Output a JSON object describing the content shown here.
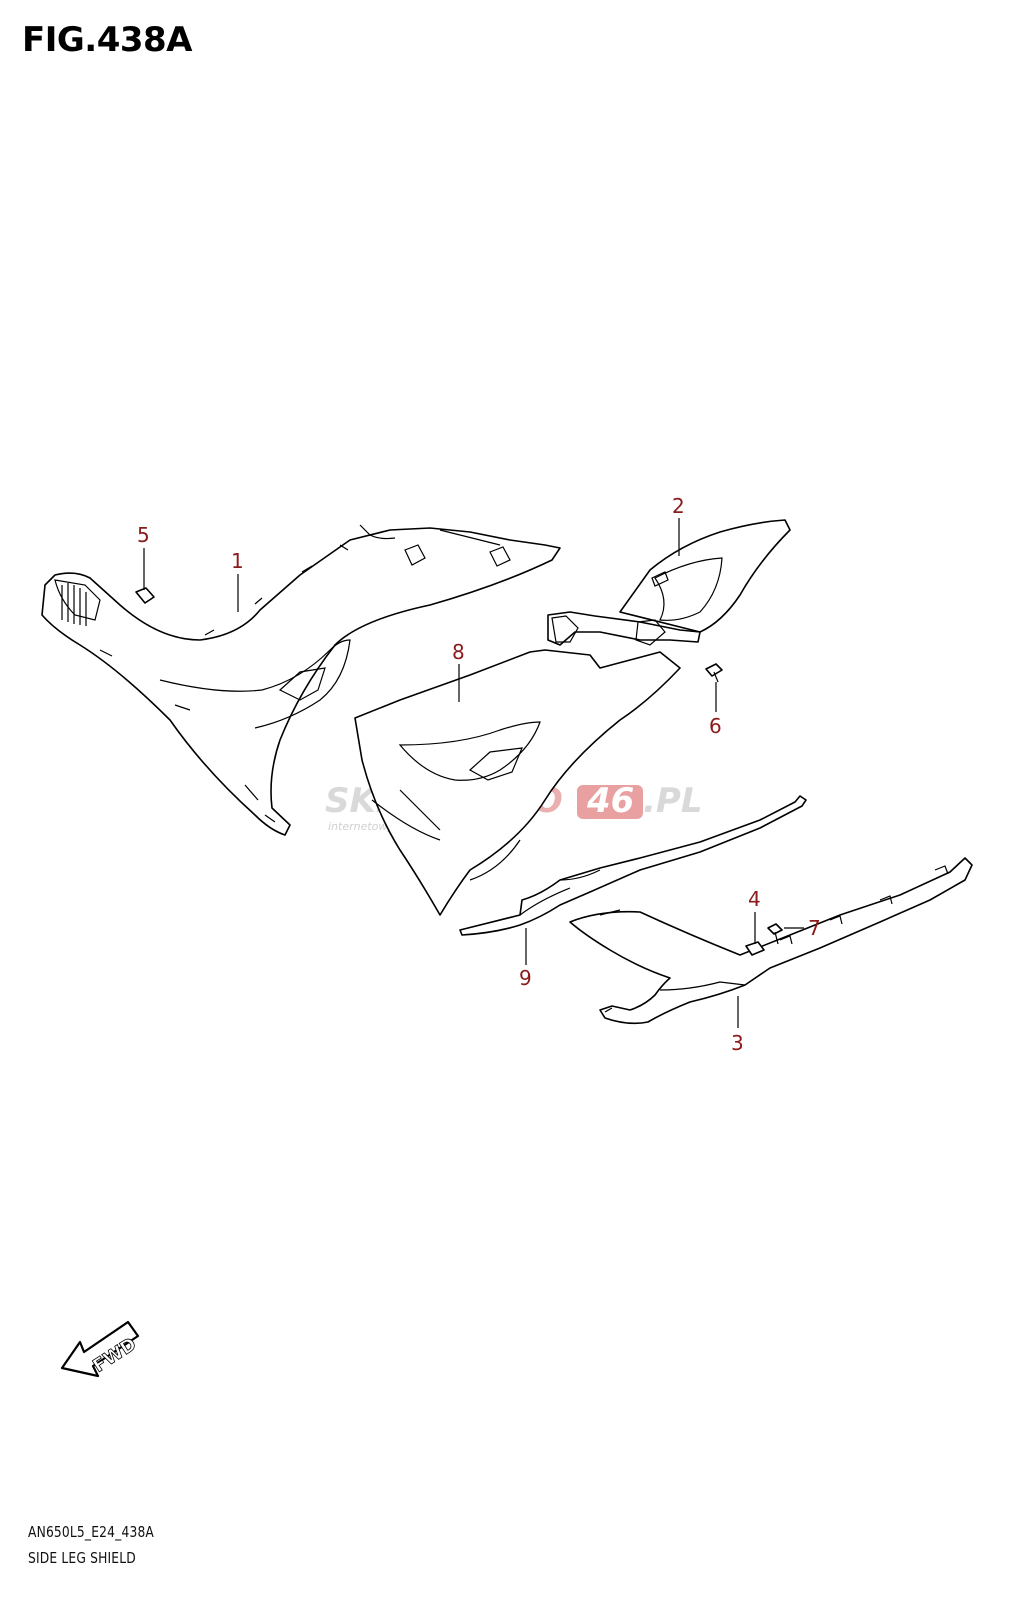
{
  "figure": {
    "title": "FIG.438A",
    "model_code": "AN650L5_E24_438A",
    "caption": "SIDE LEG SHIELD"
  },
  "watermark": {
    "brand_gray": "SKLEP",
    "brand_red": "MOTO",
    "brand_num": "46",
    "brand_suffix": ".PL",
    "tagline": "internetowy sklep motocyklowy"
  },
  "direction_marker": {
    "label": "FWD"
  },
  "callouts": [
    {
      "id": "callout-5",
      "label": "5"
    },
    {
      "id": "callout-1",
      "label": "1"
    },
    {
      "id": "callout-2",
      "label": "2"
    },
    {
      "id": "callout-8",
      "label": "8"
    },
    {
      "id": "callout-6",
      "label": "6"
    },
    {
      "id": "callout-4",
      "label": "4"
    },
    {
      "id": "callout-7",
      "label": "7"
    },
    {
      "id": "callout-9",
      "label": "9"
    },
    {
      "id": "callout-3",
      "label": "3"
    }
  ],
  "colors": {
    "callout": "#8b1a1a",
    "line": "#000000",
    "watermark_gray": "#d9d9d9",
    "watermark_red": "#e8a0a0"
  }
}
